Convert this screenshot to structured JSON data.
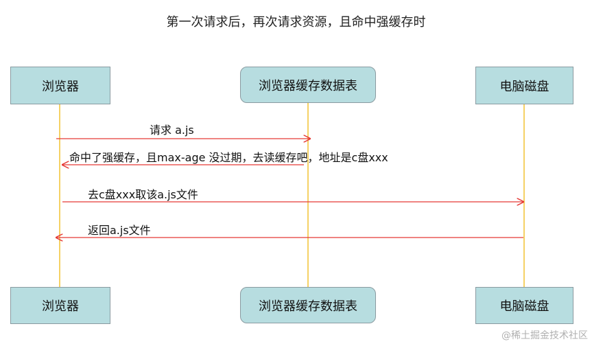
{
  "title": "第一次请求后，再次请求资源，且命中强缓存时",
  "participants": {
    "browser": "浏览器",
    "cache_table": "浏览器缓存数据表",
    "disk": "电脑磁盘"
  },
  "messages": {
    "m1": "请求 a.js",
    "m2": "命中了强缓存，且max-age 没过期，去读缓存吧，地址是c盘xxx",
    "m3": "去c盘xxx取该a.js文件",
    "m4": "返回a.js文件"
  },
  "watermark": "@稀土掘金技术社区",
  "colors": {
    "box_fill": "#b7dde0",
    "lifeline": "#f2c230",
    "arrow": "#e53935"
  }
}
